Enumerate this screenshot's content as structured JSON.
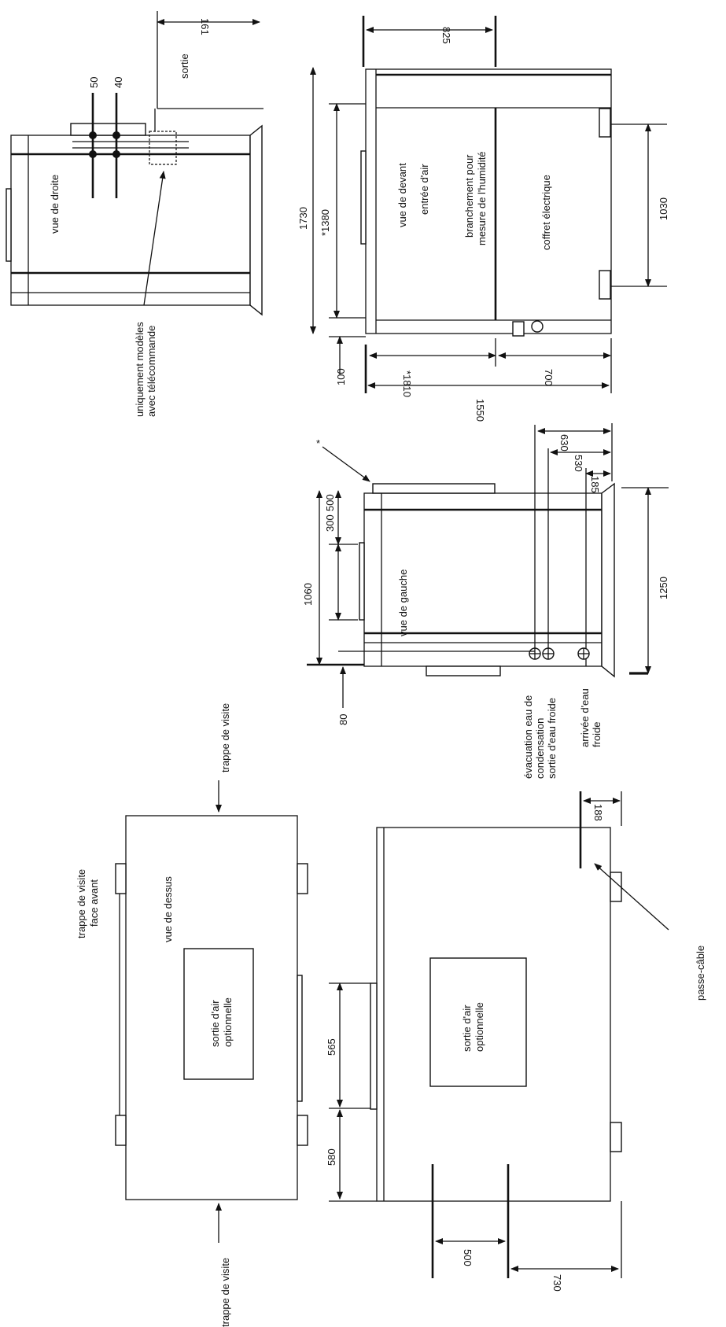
{
  "views": {
    "right_view": "vue de droite",
    "front_view": "vue de devant",
    "left_view": "vue de gauche",
    "top_view": "vue de dessus"
  },
  "labels": {
    "air_inlet": "entrée d'air",
    "humidity_line1": "branchement pour",
    "humidity_line2": "mesure de l'humidité",
    "electrical_box": "coffret électrique",
    "outlet": "sortie",
    "remote_line1": "uniquement modèles",
    "remote_line2": "avec télécommande",
    "star_mark": "*",
    "condensate_line1": "évacuation eau de",
    "condensate_line2": "condensation",
    "cold_out": "sortie d'eau froide",
    "cold_in_line1": "arrivée d'eau",
    "cold_in_line2": "froide",
    "cable_gland": "passe-câble",
    "optional_air_line1": "sortie d'air",
    "optional_air_line2": "optionnelle",
    "access_hatch_top": "trappe de visite",
    "access_hatch_bottom": "trappe de visite",
    "access_hatch_front_line1": "trappe de visite",
    "access_hatch_front_line2": "face avant"
  },
  "dimensions": {
    "d161": "161",
    "d50": "50",
    "d40": "40",
    "d825": "825",
    "d1730": "1730",
    "d1380": "*1380",
    "d1030": "1030",
    "d100": "100",
    "d1810": "*1810",
    "d700": "700",
    "d1550": "1550",
    "d1060": "1060",
    "d300": "300",
    "d500": "500",
    "d630": "630",
    "d530": "530",
    "d185": "185",
    "d1250": "1250",
    "d80": "80",
    "d188": "188",
    "d565": "565",
    "d580": "580",
    "d500b": "500",
    "d730": "730"
  }
}
